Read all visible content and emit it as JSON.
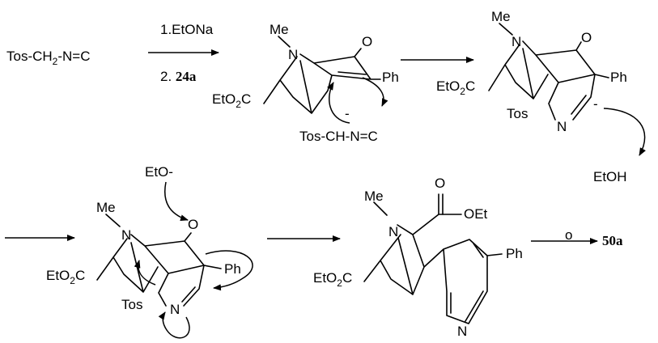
{
  "reagent": {
    "name": "Tos-CH",
    "sub": "2",
    "tail": "-N=C"
  },
  "step1": {
    "line1": "1.EtONa",
    "line2_prefix": "2. ",
    "line2_bold": "24a"
  },
  "atoms": {
    "me": "Me",
    "n": "N",
    "o": "O",
    "ph": "Ph",
    "etoc_pre": "EtO",
    "etoc_sub": "2",
    "etoc_post": "C",
    "tos": "Tos",
    "minus": "-",
    "oet": "OEt"
  },
  "anion": {
    "text": "Tos-CH-N=C"
  },
  "ethanol": "EtOH",
  "ethoxide": "EtO-",
  "final": {
    "step_label": "o",
    "product": "50a"
  }
}
